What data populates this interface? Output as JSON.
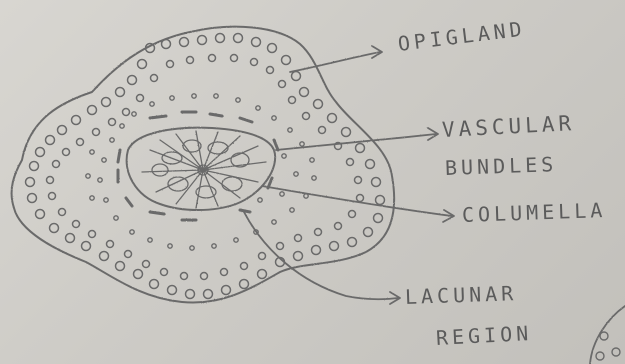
{
  "diagram": {
    "labels": {
      "opigland": "OPIGLAND",
      "vascular_line1": "VASCULAR",
      "vascular_line2": "BUNDLES",
      "columella": "COLUMELLA",
      "lacunar_line1": "LACUNAR",
      "lacunar_line2": "REGION"
    },
    "colors": {
      "paper": "#cdcbc6",
      "pencil": "#6a6a6a"
    }
  }
}
